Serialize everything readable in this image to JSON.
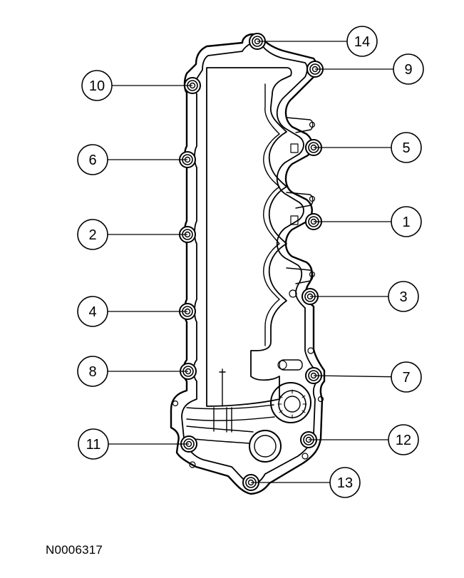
{
  "figure_id": "N0006317",
  "callouts": [
    {
      "label": "1"
    },
    {
      "label": "2"
    },
    {
      "label": "3"
    },
    {
      "label": "4"
    },
    {
      "label": "5"
    },
    {
      "label": "6"
    },
    {
      "label": "7"
    },
    {
      "label": "8"
    },
    {
      "label": "9"
    },
    {
      "label": "10"
    },
    {
      "label": "11"
    },
    {
      "label": "12"
    },
    {
      "label": "13"
    },
    {
      "label": "14"
    }
  ]
}
